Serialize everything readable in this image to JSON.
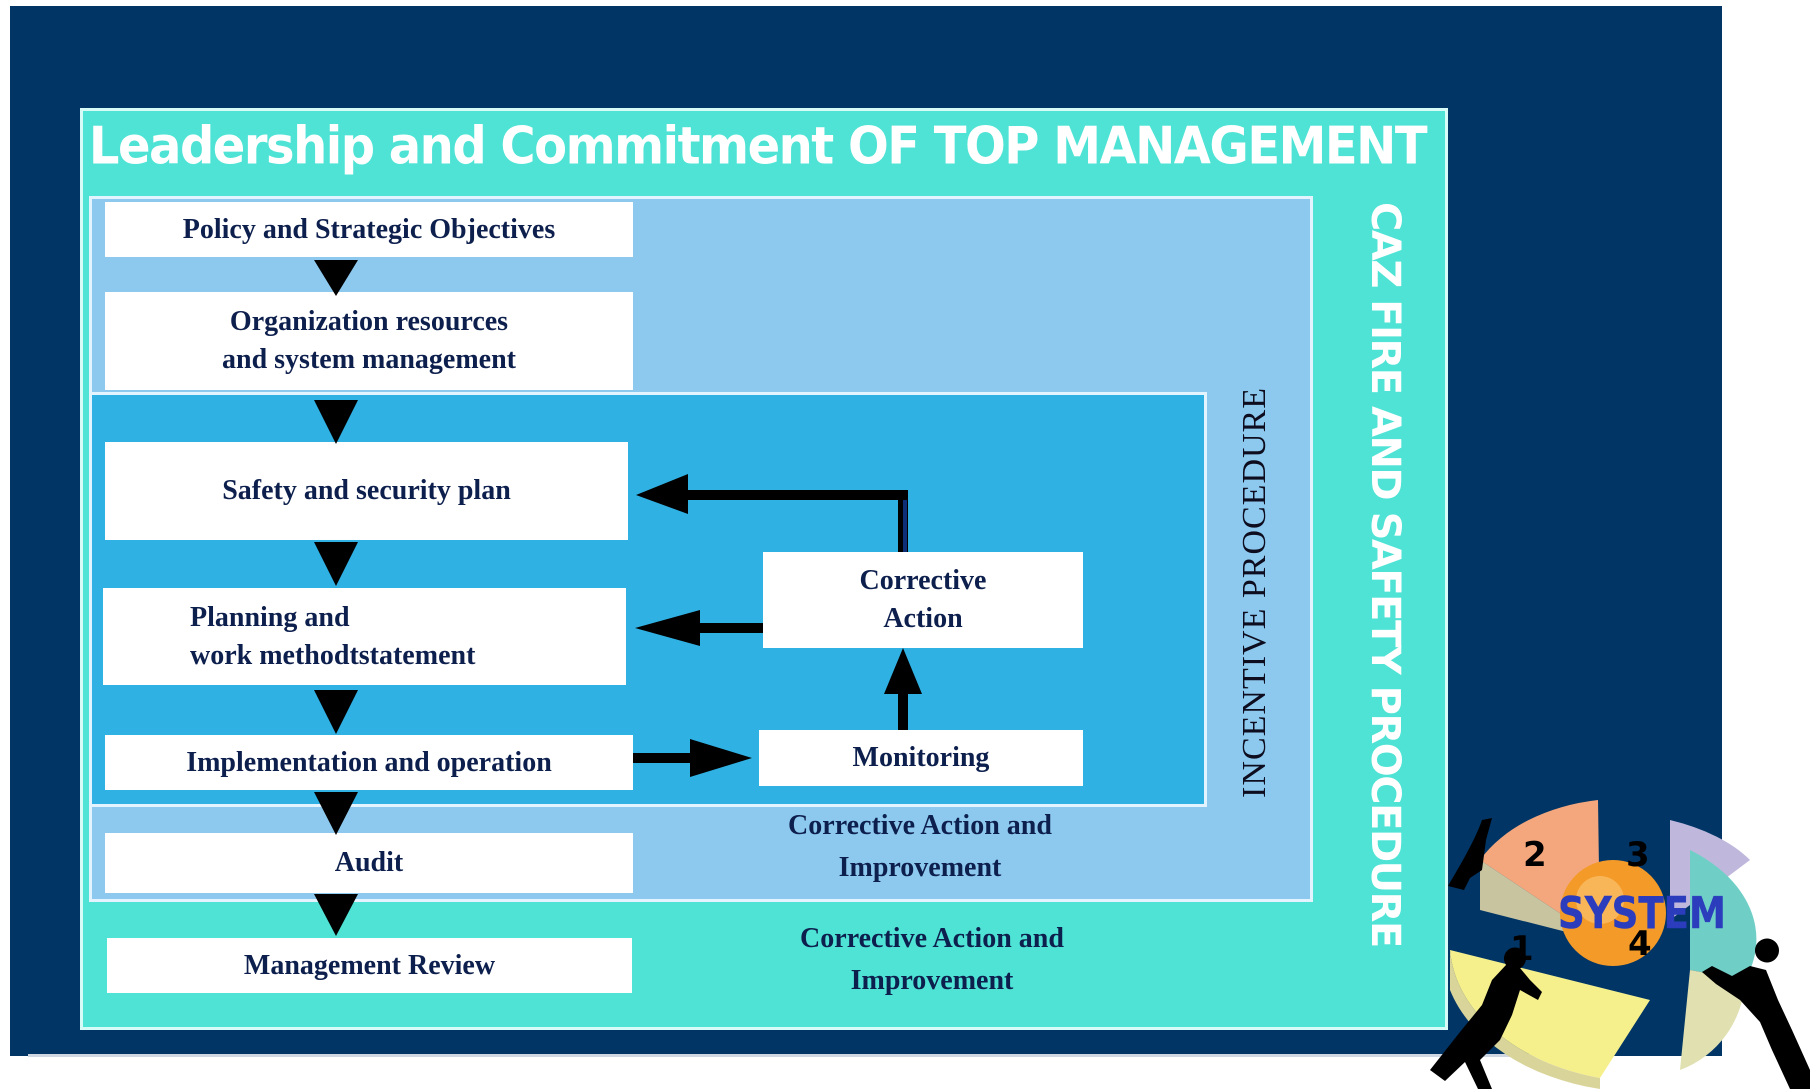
{
  "title": "Leadership and Commitment OF TOP MANAGEMENT",
  "side_label": "CAZ FIRE AND SAFETY PROCEDURE",
  "incentive_label": "INCENTIVE PROCEDURE",
  "boxes": {
    "policy": "Policy and Strategic Objectives",
    "organization": "Organization resources\n and system management",
    "safety_plan": "Safety and security plan",
    "planning": "Planning and\nwork methodtstatement",
    "implementation": "Implementation and operation",
    "corrective": "Corrective\nAction",
    "monitoring": "Monitoring",
    "audit": "Audit",
    "review": "Management Review"
  },
  "captions": {
    "inner": "Corrective Action and\nImprovement",
    "outer": "Corrective Action and\nImprovement"
  },
  "clipart": {
    "label": "SYSTEM",
    "segments": [
      "1",
      "2",
      "3",
      "4"
    ]
  },
  "colors": {
    "navy": "#003566",
    "turquoise": "#4ee3d5",
    "light_blue": "#8dc9ee",
    "mid_blue": "#30b1e4",
    "box_text": "#0d1f4d"
  }
}
